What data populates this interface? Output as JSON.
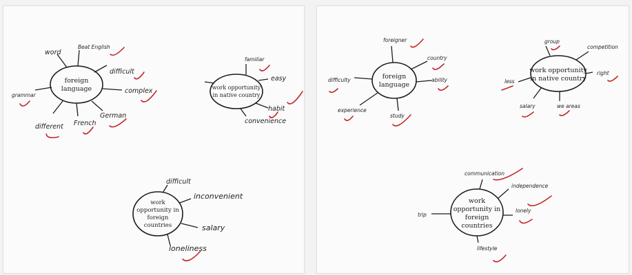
{
  "sheets": [
    {
      "id": "left",
      "maps": [
        {
          "center": [
            "foreign",
            "language"
          ],
          "words": [
            "word",
            "Beat English",
            "difficult",
            "complex",
            "German",
            "French",
            "different",
            "grammar"
          ]
        },
        {
          "center": [
            "work opportunity",
            "in native country"
          ],
          "words": [
            "familiar",
            "easy",
            "habit",
            "convenience"
          ]
        },
        {
          "center": [
            "work",
            "opportunity in",
            "foreign",
            "countries"
          ],
          "words": [
            "difficult",
            "inconvenient",
            "salary",
            "loneliness"
          ]
        }
      ]
    },
    {
      "id": "right",
      "maps": [
        {
          "center": [
            "foreign",
            "language"
          ],
          "words": [
            "foreigner",
            "country",
            "ability",
            "study",
            "experience",
            "difficulty"
          ]
        },
        {
          "center": [
            "work opportunity",
            "in native country"
          ],
          "words": [
            "group",
            "competition",
            "right",
            "we areas",
            "salary",
            "less"
          ]
        },
        {
          "center": [
            "work",
            "opportunity in",
            "foreign",
            "countries"
          ],
          "words": [
            "communication",
            "independence",
            "lonely",
            "lifestyle",
            "trip"
          ]
        }
      ]
    }
  ]
}
